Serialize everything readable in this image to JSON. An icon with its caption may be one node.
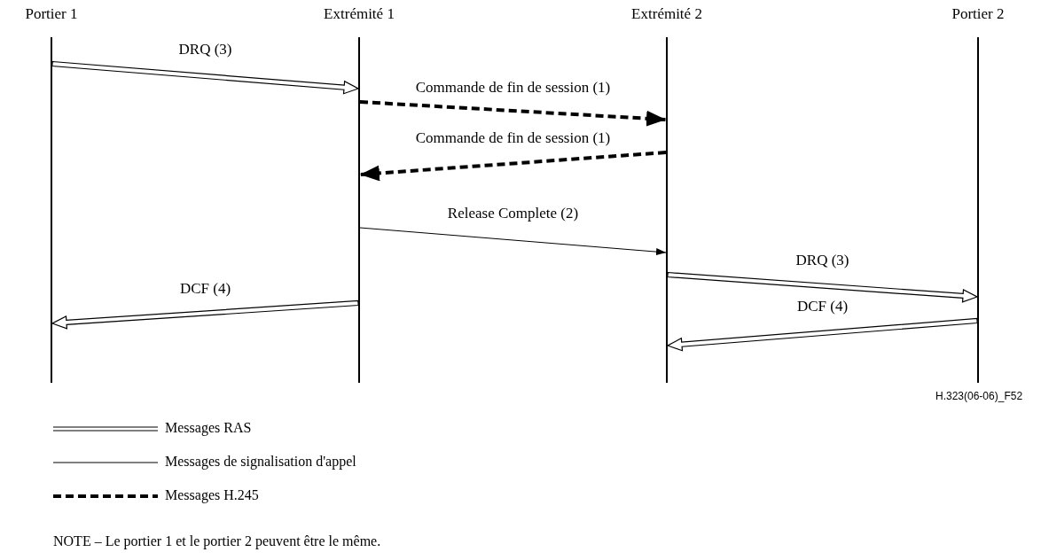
{
  "diagram": {
    "nodes": [
      {
        "text": [
          "Portier 1"
        ]
      },
      {
        "text": [
          "Extrémité 1"
        ]
      },
      {
        "text": [
          "Extrémité 2"
        ]
      },
      {
        "text": [
          "Portier 2"
        ]
      }
    ],
    "edges": [
      {
        "from": 0,
        "to": 1,
        "arrow": "to",
        "label": "DRQ (3)",
        "style": "thick"
      },
      {
        "from": 1,
        "to": 2,
        "arrow": "to",
        "label": "Commande de fin de session (1)",
        "style": "dashed"
      },
      {
        "from": 2,
        "to": 1,
        "arrow": "to",
        "label": "Commande de fin de session (1)",
        "style": "dashed"
      },
      {
        "from": 1,
        "to": 2,
        "arrow": "to",
        "label": "Release Complete (2)"
      },
      {
        "from": 1,
        "to": 0,
        "arrow": "to",
        "label": "DCF (4)",
        "style": "thick"
      },
      {
        "from": 2,
        "to": 3,
        "arrow": "to",
        "label": "DRQ (3)",
        "style": "thick"
      },
      {
        "from": 3,
        "to": 2,
        "arrow": "to",
        "label": "DCF (4)",
        "style": "thick"
      }
    ],
    "labels": [
      "H.323(06-06)_F52",
      "NOTE – Le portier 1 et le portier 2 peuvent être le même."
    ],
    "legend": [
      {
        "text": "Messages RAS"
      },
      {
        "text": "Messages de signalisation d'appel"
      },
      {
        "text": "Messages H.245"
      }
    ]
  }
}
